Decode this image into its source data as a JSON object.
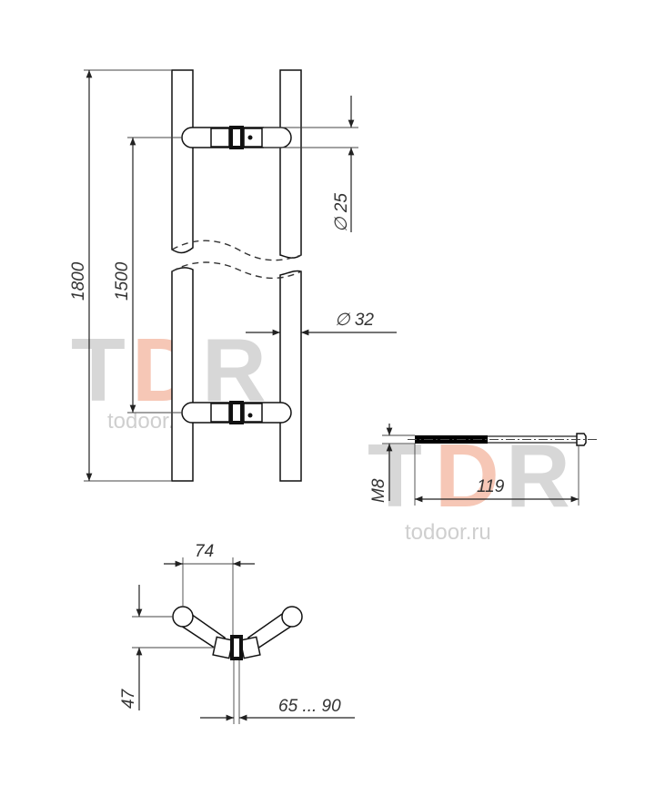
{
  "watermark": {
    "letters": [
      "T",
      "D",
      "R"
    ],
    "site": "todoor.ru",
    "colors": {
      "t": "#d7d7d7",
      "d": "#f6c7b6",
      "r": "#d7d7d7",
      "site": "#cfcfcf"
    }
  },
  "dimensions": {
    "total_length": "1800",
    "mount_distance": "1500",
    "standoff_diameter": "∅ 25",
    "tube_diameter": "∅ 32",
    "thread": "M8",
    "bolt_length": "119",
    "handle_offset": "74",
    "depth": "47",
    "door_thickness": "65 ... 90"
  },
  "colors": {
    "line": "#222222",
    "thread": "#000000",
    "dimension_text": "#333333"
  }
}
